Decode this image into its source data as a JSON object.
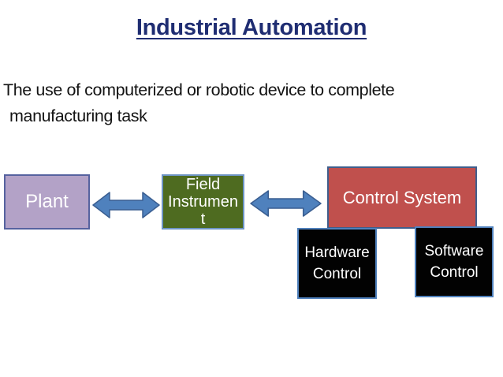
{
  "slide": {
    "title": "Industrial Automation",
    "body": {
      "line1": "The use of computerized or robotic device to complete",
      "line2": "manufacturing task"
    },
    "diagram": {
      "plant": {
        "label": "Plant",
        "fill": "#b3a2c7",
        "border": "#56629f"
      },
      "field_instrument": {
        "lines": [
          "Field",
          "Instrumen",
          "t"
        ],
        "fill": "#4e6b20",
        "border": "#6d94c4"
      },
      "control_system": {
        "label": "Control System",
        "fill": "#c0504d",
        "border": "#3f5e8c"
      },
      "hardware_control": {
        "lines": [
          "Hardware",
          "Control"
        ],
        "fill": "#020202",
        "border": "#4f81bd"
      },
      "software_control": {
        "lines": [
          "Software",
          "Control"
        ],
        "fill": "#020202",
        "border": "#4f81bd"
      },
      "arrows": {
        "fill": "#4f81bd",
        "outline": "#3a5e91"
      }
    },
    "colors": {
      "background": "#ffffff",
      "title_text": "#1f2d72",
      "body_text": "#141414",
      "box_text": "#ffffff"
    }
  }
}
